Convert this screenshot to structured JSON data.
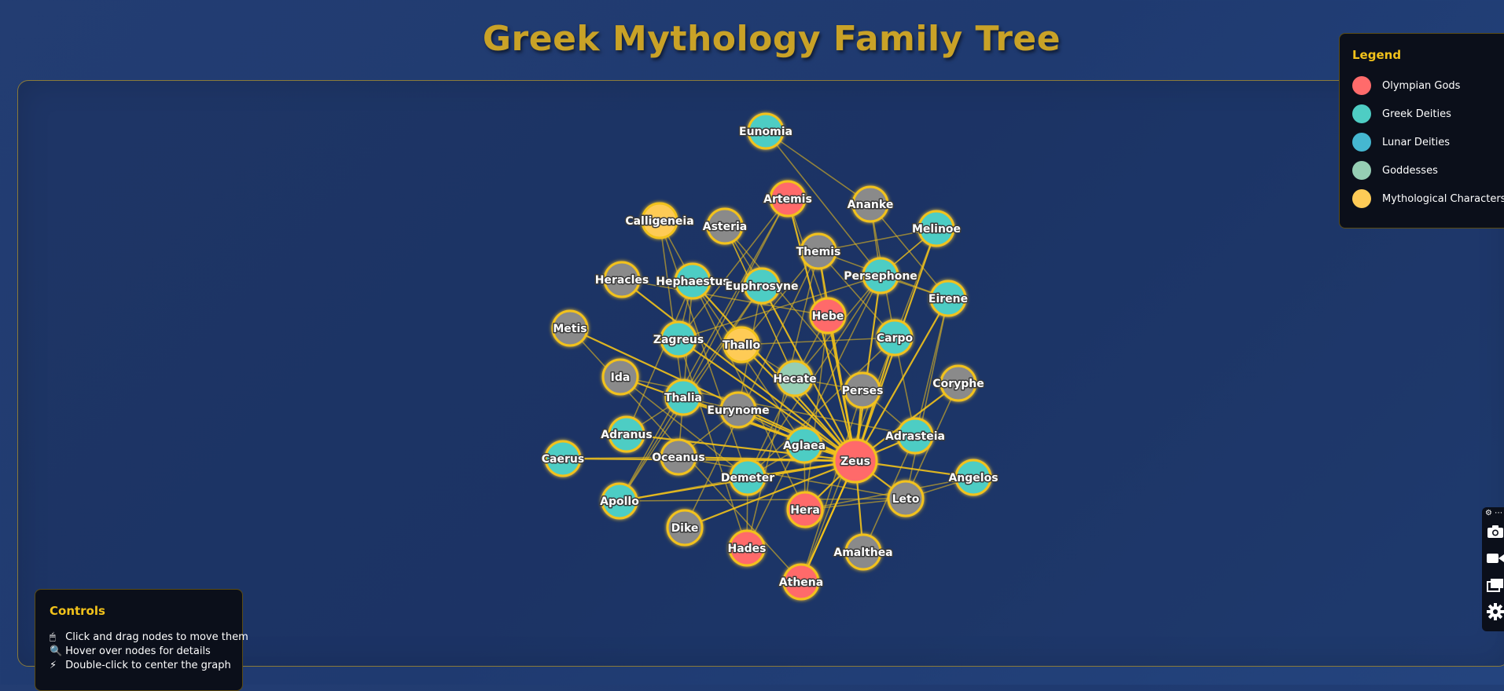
{
  "title": "Greek Mythology Family Tree",
  "legend": {
    "title": "Legend",
    "items": [
      {
        "label": "Olympian Gods",
        "color": "#ff6b6b"
      },
      {
        "label": "Greek Deities",
        "color": "#4ecdc4"
      },
      {
        "label": "Lunar Deities",
        "color": "#45b7d1"
      },
      {
        "label": "Goddesses",
        "color": "#96ceb4"
      },
      {
        "label": "Mythological Characters",
        "color": "#fecb57"
      }
    ]
  },
  "controls": {
    "title": "Controls",
    "lines": [
      {
        "icon": "mouse-icon",
        "glyph": "🖱",
        "text": "Click and drag nodes to move them"
      },
      {
        "icon": "magnifier-icon",
        "glyph": "🔍",
        "text": "Hover over nodes for details"
      },
      {
        "icon": "lightning-icon",
        "glyph": "⚡",
        "text": "Double-click to center the graph"
      }
    ]
  },
  "toolbar": {
    "dots": "⚙ ⋯",
    "icons": [
      "camera-icon",
      "video-icon",
      "windows-icon",
      "gear-icon"
    ]
  },
  "colors": {
    "olympian": "#ff6b6b",
    "greek": "#4ecdc4",
    "lunar": "#45b7d1",
    "goddess": "#96ceb4",
    "mythological": "#fecb57",
    "unknown": "#8a8a8a",
    "node_stroke": "#f2c21b",
    "edge": "#f2c21b"
  },
  "nodes": [
    {
      "id": "Eunomia",
      "type": "greek"
    },
    {
      "id": "Artemis",
      "type": "olympian"
    },
    {
      "id": "Ananke",
      "type": "unknown"
    },
    {
      "id": "Calligeneia",
      "type": "mythological"
    },
    {
      "id": "Asteria",
      "type": "unknown"
    },
    {
      "id": "Melinoe",
      "type": "greek"
    },
    {
      "id": "Themis",
      "type": "unknown"
    },
    {
      "id": "Persephone",
      "type": "greek"
    },
    {
      "id": "Heracles",
      "type": "unknown"
    },
    {
      "id": "Hephaestus",
      "type": "greek"
    },
    {
      "id": "Euphrosyne",
      "type": "greek"
    },
    {
      "id": "Eirene",
      "type": "greek"
    },
    {
      "id": "Hebe",
      "type": "olympian"
    },
    {
      "id": "Metis",
      "type": "unknown"
    },
    {
      "id": "Zagreus",
      "type": "greek"
    },
    {
      "id": "Thallo",
      "type": "mythological"
    },
    {
      "id": "Carpo",
      "type": "greek"
    },
    {
      "id": "Ida",
      "type": "unknown"
    },
    {
      "id": "Hecate",
      "type": "goddess"
    },
    {
      "id": "Perses",
      "type": "unknown"
    },
    {
      "id": "Coryphe",
      "type": "unknown"
    },
    {
      "id": "Thalia",
      "type": "greek"
    },
    {
      "id": "Eurynome",
      "type": "unknown"
    },
    {
      "id": "Adranus",
      "type": "greek"
    },
    {
      "id": "Aglaea",
      "type": "greek"
    },
    {
      "id": "Adrasteia",
      "type": "greek"
    },
    {
      "id": "Caerus",
      "type": "greek"
    },
    {
      "id": "Oceanus",
      "type": "unknown"
    },
    {
      "id": "Zeus",
      "type": "olympian",
      "major": true
    },
    {
      "id": "Demeter",
      "type": "greek"
    },
    {
      "id": "Angelos",
      "type": "greek"
    },
    {
      "id": "Apollo",
      "type": "greek"
    },
    {
      "id": "Leto",
      "type": "unknown"
    },
    {
      "id": "Hera",
      "type": "olympian"
    },
    {
      "id": "Dike",
      "type": "unknown"
    },
    {
      "id": "Hades",
      "type": "olympian"
    },
    {
      "id": "Amalthea",
      "type": "unknown"
    },
    {
      "id": "Athena",
      "type": "olympian"
    }
  ],
  "links": [
    [
      "Eunomia",
      "Ananke"
    ],
    [
      "Eunomia",
      "Persephone"
    ],
    [
      "Artemis",
      "Zeus"
    ],
    [
      "Artemis",
      "Hebe"
    ],
    [
      "Artemis",
      "Zagreus"
    ],
    [
      "Artemis",
      "Thalia"
    ],
    [
      "Ananke",
      "Persephone"
    ],
    [
      "Ananke",
      "Eirene"
    ],
    [
      "Ananke",
      "Carpo"
    ],
    [
      "Calligeneia",
      "Hephaestus"
    ],
    [
      "Calligeneia",
      "Thalia"
    ],
    [
      "Calligeneia",
      "Demeter"
    ],
    [
      "Asteria",
      "Perses"
    ],
    [
      "Asteria",
      "Hecate"
    ],
    [
      "Asteria",
      "Euphrosyne"
    ],
    [
      "Melinoe",
      "Carpo"
    ],
    [
      "Melinoe",
      "Themis"
    ],
    [
      "Melinoe",
      "Persephone"
    ],
    [
      "Melinoe",
      "Zeus"
    ],
    [
      "Themis",
      "Zeus"
    ],
    [
      "Themis",
      "Hebe"
    ],
    [
      "Themis",
      "Eirene"
    ],
    [
      "Themis",
      "Hades"
    ],
    [
      "Themis",
      "Carpo"
    ],
    [
      "Persephone",
      "Zeus"
    ],
    [
      "Persephone",
      "Demeter"
    ],
    [
      "Persephone",
      "Eirene"
    ],
    [
      "Persephone",
      "Melinoe"
    ],
    [
      "Persephone",
      "Hecate"
    ],
    [
      "Heracles",
      "Zeus"
    ],
    [
      "Heracles",
      "Hebe"
    ],
    [
      "Hephaestus",
      "Hera"
    ],
    [
      "Hephaestus",
      "Zeus"
    ],
    [
      "Hephaestus",
      "Aglaea"
    ],
    [
      "Hephaestus",
      "Oceanus"
    ],
    [
      "Euphrosyne",
      "Zeus"
    ],
    [
      "Euphrosyne",
      "Eurynome"
    ],
    [
      "Euphrosyne",
      "Thalia"
    ],
    [
      "Euphrosyne",
      "Apollo"
    ],
    [
      "Eirene",
      "Zeus"
    ],
    [
      "Eirene",
      "Adrasteia"
    ],
    [
      "Eirene",
      "Leto"
    ],
    [
      "Hebe",
      "Zeus"
    ],
    [
      "Hebe",
      "Hera"
    ],
    [
      "Hebe",
      "Hecate"
    ],
    [
      "Metis",
      "Zeus"
    ],
    [
      "Metis",
      "Athena"
    ],
    [
      "Zagreus",
      "Zeus"
    ],
    [
      "Zagreus",
      "Persephone"
    ],
    [
      "Zagreus",
      "Hades"
    ],
    [
      "Zagreus",
      "Hephaestus"
    ],
    [
      "Thallo",
      "Zeus"
    ],
    [
      "Thallo",
      "Carpo"
    ],
    [
      "Thallo",
      "Themis"
    ],
    [
      "Thallo",
      "Hecate"
    ],
    [
      "Carpo",
      "Zeus"
    ],
    [
      "Carpo",
      "Adrasteia"
    ],
    [
      "Carpo",
      "Athena"
    ],
    [
      "Carpo",
      "Demeter"
    ],
    [
      "Ida",
      "Zeus"
    ],
    [
      "Ida",
      "Adrasteia"
    ],
    [
      "Ida",
      "Demeter"
    ],
    [
      "Hecate",
      "Perses"
    ],
    [
      "Hecate",
      "Asteria"
    ],
    [
      "Hecate",
      "Zeus"
    ],
    [
      "Hecate",
      "Demeter"
    ],
    [
      "Perses",
      "Zeus"
    ],
    [
      "Perses",
      "Adrasteia"
    ],
    [
      "Perses",
      "Athena"
    ],
    [
      "Coryphe",
      "Zeus"
    ],
    [
      "Coryphe",
      "Leto"
    ],
    [
      "Thalia",
      "Zeus"
    ],
    [
      "Thalia",
      "Eurynome"
    ],
    [
      "Thalia",
      "Apollo"
    ],
    [
      "Thalia",
      "Adranus"
    ],
    [
      "Eurynome",
      "Zeus"
    ],
    [
      "Eurynome",
      "Oceanus"
    ],
    [
      "Eurynome",
      "Aglaea"
    ],
    [
      "Adranus",
      "Zeus"
    ],
    [
      "Adranus",
      "Hephaestus"
    ],
    [
      "Aglaea",
      "Zeus"
    ],
    [
      "Aglaea",
      "Hera"
    ],
    [
      "Aglaea",
      "Demeter"
    ],
    [
      "Adrasteia",
      "Zeus"
    ],
    [
      "Adrasteia",
      "Amalthea"
    ],
    [
      "Caerus",
      "Zeus"
    ],
    [
      "Caerus",
      "Oceanus"
    ],
    [
      "Oceanus",
      "Zeus"
    ],
    [
      "Oceanus",
      "Leto"
    ],
    [
      "Zeus",
      "Hera"
    ],
    [
      "Zeus",
      "Demeter"
    ],
    [
      "Zeus",
      "Leto"
    ],
    [
      "Zeus",
      "Athena"
    ],
    [
      "Zeus",
      "Angelos"
    ],
    [
      "Zeus",
      "Apollo"
    ],
    [
      "Demeter",
      "Hades"
    ],
    [
      "Demeter",
      "Apollo"
    ],
    [
      "Angelos",
      "Hera"
    ],
    [
      "Angelos",
      "Leto"
    ],
    [
      "Apollo",
      "Leto"
    ],
    [
      "Apollo",
      "Artemis"
    ],
    [
      "Leto",
      "Hera"
    ],
    [
      "Dike",
      "Zeus"
    ],
    [
      "Dike",
      "Themis"
    ],
    [
      "Hades",
      "Persephone"
    ],
    [
      "Amalthea",
      "Zeus"
    ],
    [
      "Athena",
      "Zeus"
    ]
  ]
}
